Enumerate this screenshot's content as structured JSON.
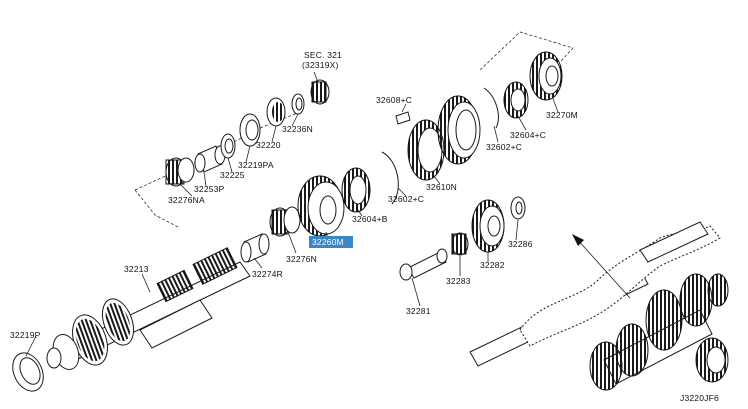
{
  "diagram_code": "J3220JF6",
  "section_ref": {
    "line1": "SEC. 321",
    "line2": "(32319X)"
  },
  "parts": {
    "p32219P": "32219P",
    "p32213": "32213",
    "p32274R": "32274R",
    "p32276N": "32276N",
    "p32260M": "32260M",
    "p32276NA": "32276NA",
    "p32253P": "32253P",
    "p32225": "32225",
    "p32219PA": "32219PA",
    "p32220": "32220",
    "p32236N": "32236N",
    "p32604B": "32604+B",
    "p32602C_low": "32602+C",
    "p32610N": "32610N",
    "p32608C": "32608+C",
    "p32602C_high": "32602+C",
    "p32604C": "32604+C",
    "p32270M": "32270M",
    "p32286": "32286",
    "p32282": "32282",
    "p32283": "32283",
    "p32281": "32281"
  },
  "highlighted_part": "32260M",
  "colors": {
    "highlight": "#3a86c8",
    "ink": "#1a1a1a"
  }
}
